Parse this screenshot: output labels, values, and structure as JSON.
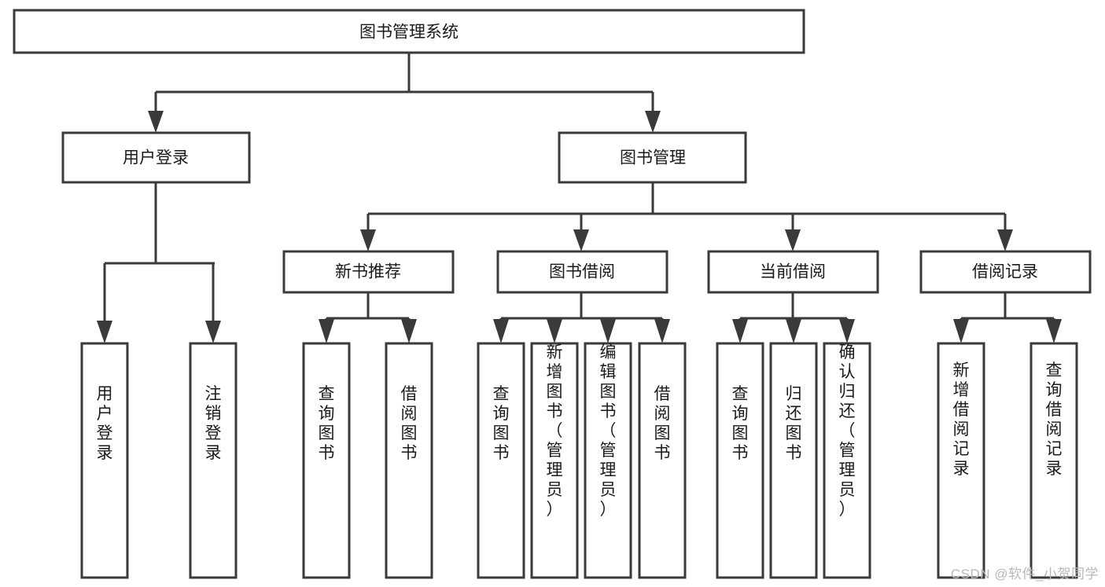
{
  "diagram": {
    "type": "tree-hierarchy-chart",
    "title": "图书管理系统",
    "orientation": "top-down",
    "colors": {
      "box_fill": "#ffffff",
      "box_stroke": "#3a3a3a",
      "text": "#1a1a1a",
      "watermark": "#b8b8b8",
      "background": "#ffffff"
    },
    "levels": {
      "level1": {
        "label": "图书管理系统",
        "orientation": "horizontal"
      },
      "level2": [
        {
          "id": "user-login",
          "label": "用户登录",
          "orientation": "horizontal"
        },
        {
          "id": "book-management",
          "label": "图书管理",
          "orientation": "horizontal"
        }
      ],
      "level3": [
        {
          "id": "new-book-recommend",
          "label": "新书推荐",
          "orientation": "horizontal",
          "parent": "book-management"
        },
        {
          "id": "book-borrow",
          "label": "图书借阅",
          "orientation": "horizontal",
          "parent": "book-management"
        },
        {
          "id": "current-borrow",
          "label": "当前借阅",
          "orientation": "horizontal",
          "parent": "book-management"
        },
        {
          "id": "borrow-record",
          "label": "借阅记录",
          "orientation": "horizontal",
          "parent": "book-management"
        }
      ],
      "leaves": [
        {
          "id": "leaf-user-login",
          "label": "用户登录",
          "orientation": "vertical",
          "parent": "user-login"
        },
        {
          "id": "leaf-user-logout",
          "label": "注销登录",
          "orientation": "vertical",
          "parent": "user-login"
        },
        {
          "id": "leaf-query-book-1",
          "label": "查询图书",
          "orientation": "vertical",
          "parent": "new-book-recommend"
        },
        {
          "id": "leaf-borrow-book-1",
          "label": "借阅图书",
          "orientation": "vertical",
          "parent": "new-book-recommend"
        },
        {
          "id": "leaf-query-book-2",
          "label": "查询图书",
          "orientation": "vertical",
          "parent": "book-borrow"
        },
        {
          "id": "leaf-add-book",
          "label": "新增图书（管理员）",
          "orientation": "vertical",
          "parent": "book-borrow"
        },
        {
          "id": "leaf-edit-book",
          "label": "编辑图书（管理员）",
          "orientation": "vertical",
          "parent": "book-borrow"
        },
        {
          "id": "leaf-borrow-book-2",
          "label": "借阅图书",
          "orientation": "vertical",
          "parent": "book-borrow"
        },
        {
          "id": "leaf-query-book-3",
          "label": "查询图书",
          "orientation": "vertical",
          "parent": "current-borrow"
        },
        {
          "id": "leaf-return-book",
          "label": "归还图书",
          "orientation": "vertical",
          "parent": "current-borrow"
        },
        {
          "id": "leaf-confirm-return",
          "label": "确认归还（管理员）",
          "orientation": "vertical",
          "parent": "current-borrow"
        },
        {
          "id": "leaf-add-record",
          "label": "新增借阅记录",
          "orientation": "vertical",
          "parent": "borrow-record"
        },
        {
          "id": "leaf-query-record",
          "label": "查询借阅记录",
          "orientation": "vertical",
          "parent": "borrow-record"
        }
      ]
    }
  },
  "watermark": {
    "text": "CSDN @软件_小贺同学"
  }
}
